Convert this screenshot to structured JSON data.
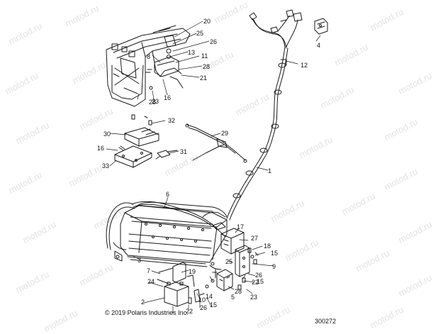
{
  "watermark_text": "motod.ru",
  "copyright": "© 2019 Polaris Industries Inc.",
  "diagram_number": "300272",
  "callouts": [
    "1",
    "2",
    "3",
    "4",
    "5",
    "6",
    "7",
    "8",
    "9",
    "10",
    "11",
    "12",
    "13",
    "14",
    "15",
    "15",
    "15",
    "16",
    "16",
    "17",
    "18",
    "19",
    "20",
    "21",
    "22",
    "22",
    "23",
    "23",
    "24",
    "25",
    "25",
    "26",
    "26",
    "26",
    "27",
    "28",
    "28",
    "28",
    "29",
    "30",
    "31",
    "32",
    "33"
  ],
  "colors": {
    "line": "#1a1a1a",
    "watermark": "#e3e3e3",
    "background": "#ffffff"
  }
}
